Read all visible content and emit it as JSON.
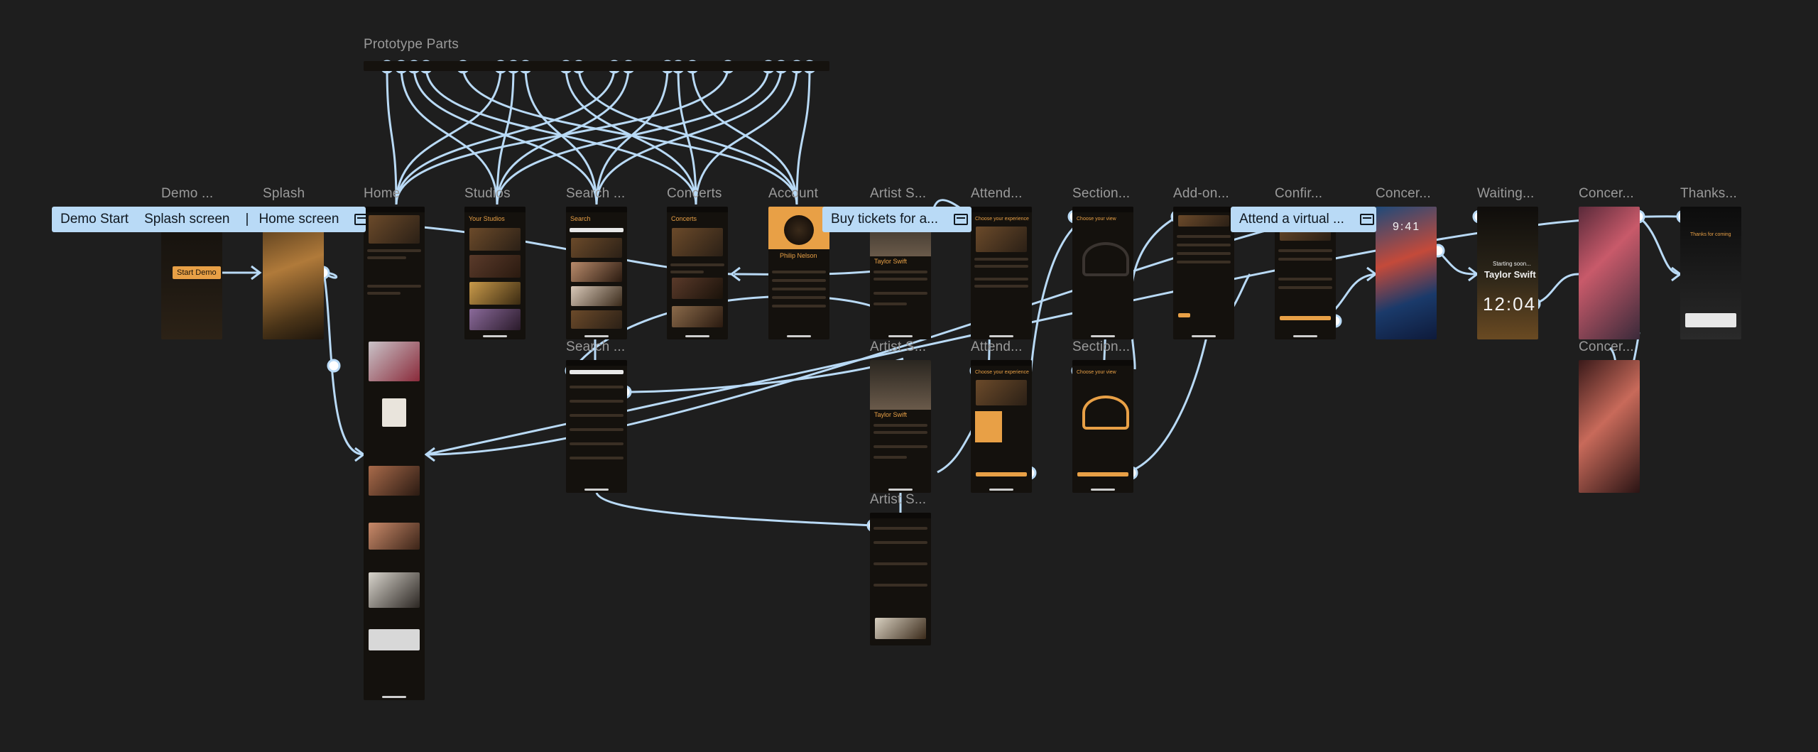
{
  "canvas": {
    "section_title": "Prototype Parts"
  },
  "frames": [
    {
      "id": "demo",
      "label": "Demo ..."
    },
    {
      "id": "splash",
      "label": "Splash"
    },
    {
      "id": "home",
      "label": "Home"
    },
    {
      "id": "studios",
      "label": "Studios"
    },
    {
      "id": "search1",
      "label": "Search ..."
    },
    {
      "id": "concerts",
      "label": "Concerts"
    },
    {
      "id": "account",
      "label": "Account"
    },
    {
      "id": "artist1",
      "label": "Artist S..."
    },
    {
      "id": "attend1",
      "label": "Attend..."
    },
    {
      "id": "section1",
      "label": "Section..."
    },
    {
      "id": "addon",
      "label": "Add-on..."
    },
    {
      "id": "confirm",
      "label": "Confir..."
    },
    {
      "id": "concert1",
      "label": "Concer..."
    },
    {
      "id": "waiting",
      "label": "Waiting..."
    },
    {
      "id": "concert2",
      "label": "Concer..."
    },
    {
      "id": "thanks",
      "label": "Thanks..."
    },
    {
      "id": "search2",
      "label": "Search ..."
    },
    {
      "id": "artist2",
      "label": "Artist S..."
    },
    {
      "id": "attend2",
      "label": "Attend..."
    },
    {
      "id": "section2",
      "label": "Section..."
    },
    {
      "id": "concert3",
      "label": "Concer..."
    },
    {
      "id": "artist3",
      "label": "Artist S..."
    }
  ],
  "flows": {
    "main": {
      "items": [
        "Demo Start",
        "Splash screen",
        "Home screen"
      ]
    },
    "buy": {
      "label": "Buy tickets for a..."
    },
    "attend": {
      "label": "Attend a virtual ..."
    }
  },
  "screens": {
    "start_demo": "Start Demo",
    "studios_title": "Your Studios",
    "search_title": "Search",
    "concerts_title": "Concerts",
    "account_name": "Philip Nelson",
    "artist_name": "Taylor Swift",
    "attend_title": "Choose your experience",
    "section_title": "Choose your view",
    "waiting_sub": "Starting soon...",
    "waiting_artist": "Taylor Swift",
    "waiting_clock": "12:04",
    "concert_time": "9:41",
    "thanks_title": "Thanks for coming"
  },
  "colors": {
    "canvas_bg": "#1e1e1e",
    "connector": "#b9daf6",
    "accent": "#e8a046"
  }
}
